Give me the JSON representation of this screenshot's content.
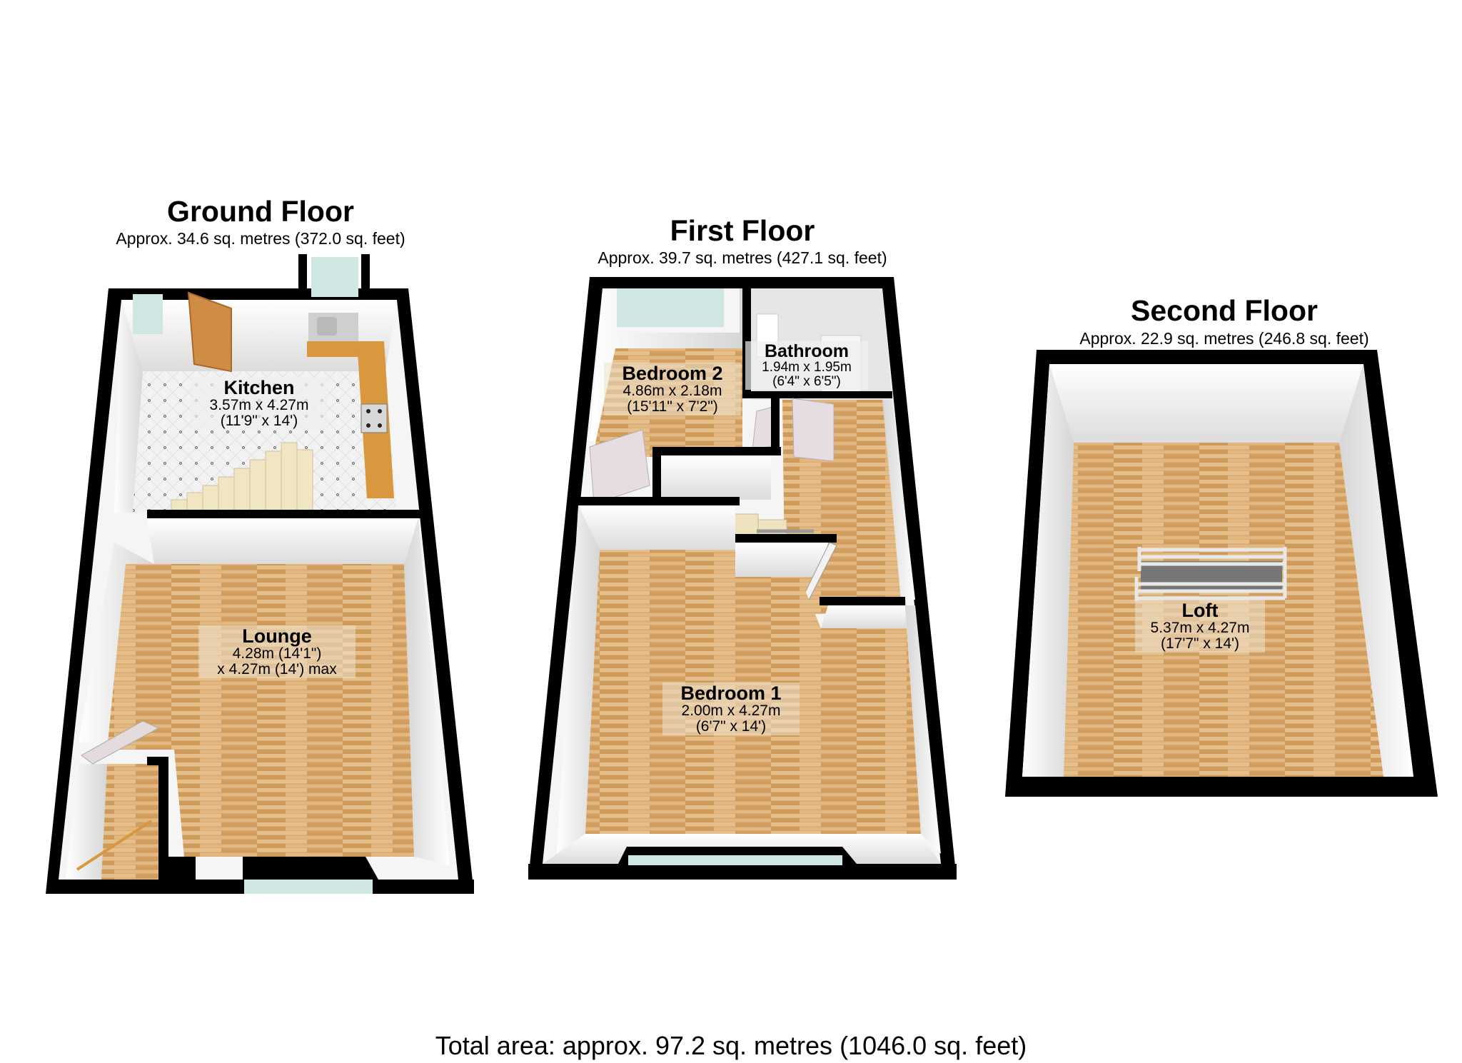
{
  "floors": [
    {
      "title": "Ground Floor",
      "area": "Approx. 34.6 sq. metres (372.0 sq. feet)",
      "rooms": [
        {
          "name": "Kitchen",
          "dim1": "3.57m x 4.27m",
          "dim2": "(11'9\" x 14')"
        },
        {
          "name": "Lounge",
          "dim1": "4.28m (14'1\")",
          "dim2": "x 4.27m (14') max"
        }
      ]
    },
    {
      "title": "First Floor",
      "area": "Approx. 39.7 sq. metres (427.1 sq. feet)",
      "rooms": [
        {
          "name": "Bedroom 2",
          "dim1": "4.86m x 2.18m",
          "dim2": "(15'11\" x 7'2\")"
        },
        {
          "name": "Bathroom",
          "dim1": "1.94m x 1.95m",
          "dim2": "(6'4\" x 6'5\")"
        },
        {
          "name": "Bedroom 1",
          "dim1": "2.00m x 4.27m",
          "dim2": "(6'7\" x 14')"
        }
      ]
    },
    {
      "title": "Second Floor",
      "area": "Approx. 22.9 sq. metres (246.8 sq. feet)",
      "rooms": [
        {
          "name": "Loft",
          "dim1": "5.37m x 4.27m",
          "dim2": "(17'7\" x 14')"
        }
      ]
    }
  ],
  "total": "Total area: approx. 97.2 sq. metres (1046.0 sq. feet)",
  "colors": {
    "wall": "#000000",
    "wall_inner": "#f4f4f4",
    "wood": "#d9a86a",
    "tile": "#efefef",
    "window": "#cfe6e2",
    "door_wood": "#d08c44",
    "counter": "#d9973e"
  }
}
